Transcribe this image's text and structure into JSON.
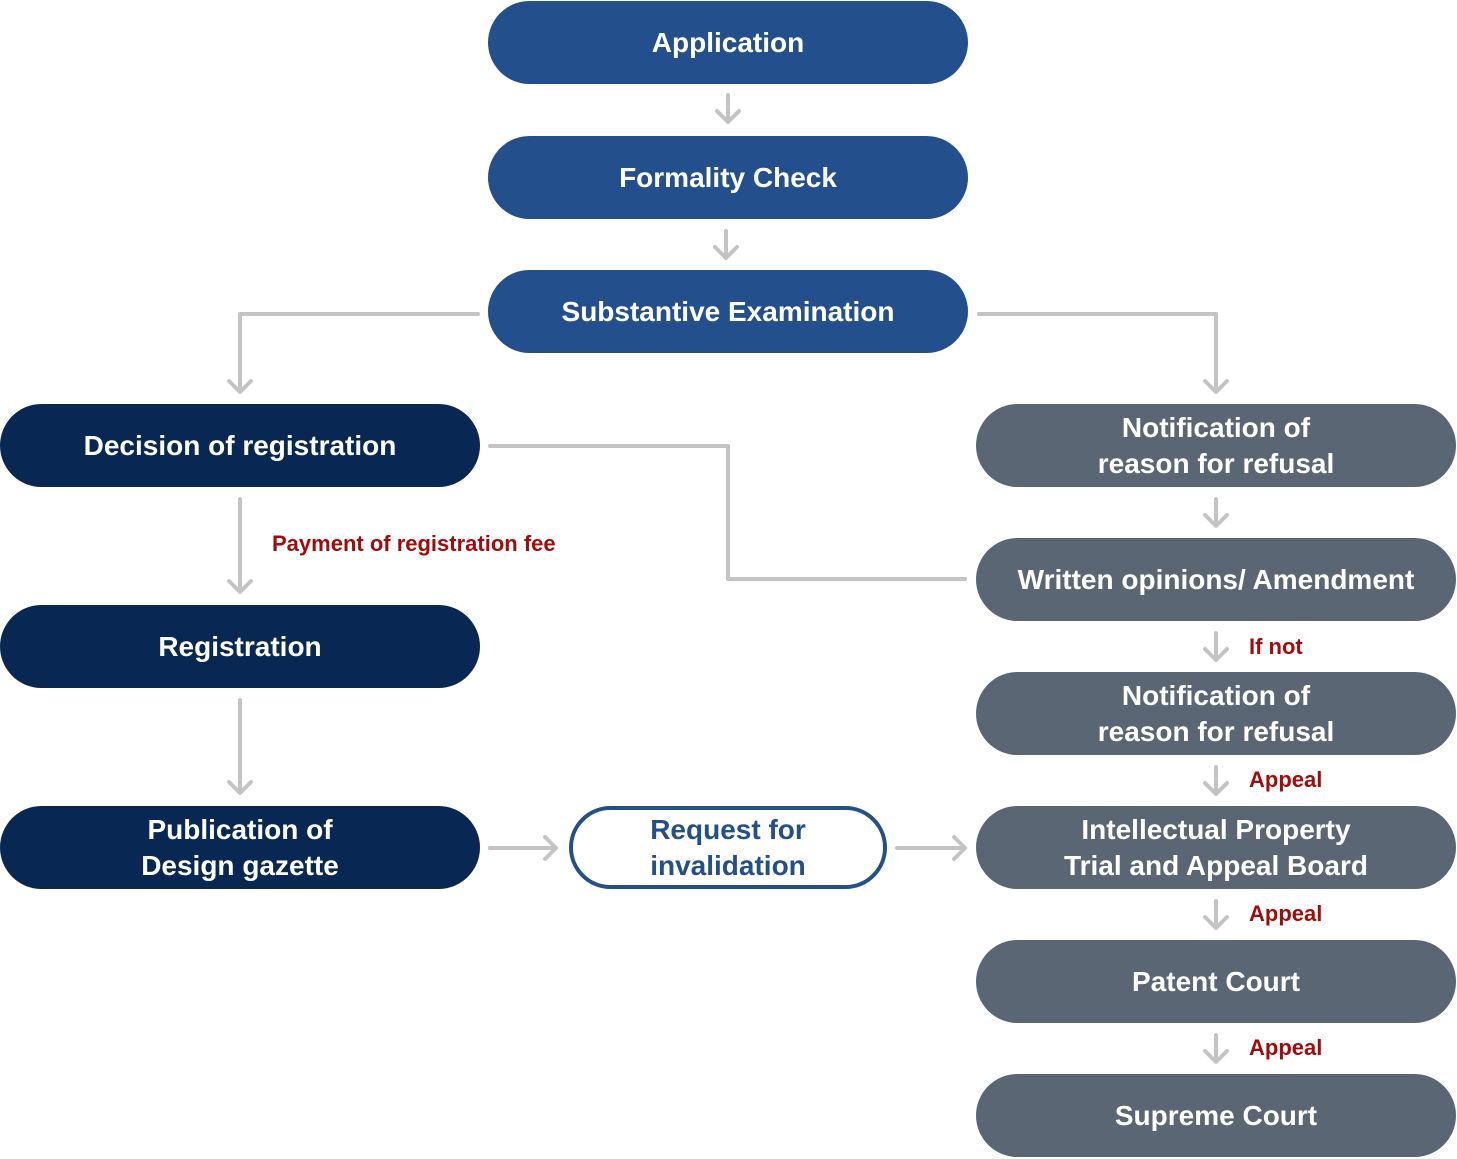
{
  "colors": {
    "main_flow": "#23508d",
    "registration_flow": "#082853",
    "refusal_flow": "#5a6674",
    "connector": "#c4c4c4",
    "annotation": "#a30c0c"
  },
  "nodes": {
    "application": "Application",
    "formality_check": "Formality Check",
    "substantive_examination": "Substantive Examination",
    "decision_of_registration": "Decision of registration",
    "registration": "Registration",
    "publication": "Publication of\nDesign gazette",
    "request_for_invalidation": "Request for\ninvalidation",
    "notification_1": "Notification of\nreason for refusal",
    "written_opinions": "Written opinions/ Amendment",
    "notification_2": "Notification of\nreason for refusal",
    "ip_trial_board": "Intellectual Property\nTrial and Appeal Board",
    "patent_court": "Patent Court",
    "supreme_court": "Supreme Court"
  },
  "annotations": {
    "payment_fee": "Payment of registration fee",
    "if_not": "If not",
    "appeal_1": "Appeal",
    "appeal_2": "Appeal",
    "appeal_3": "Appeal"
  }
}
